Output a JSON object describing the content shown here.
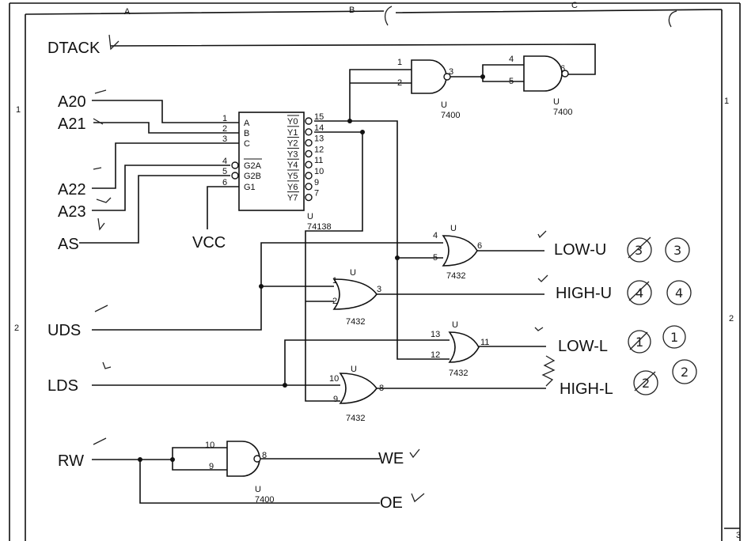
{
  "frame": {
    "cols": [
      "A",
      "B",
      "C"
    ],
    "rows": [
      "1",
      "2",
      "3"
    ]
  },
  "signals": {
    "dtack": "DTACK",
    "a20": "A20",
    "a21": "A21",
    "a22": "A22",
    "a23": "A23",
    "as": "AS",
    "vcc": "VCC",
    "uds": "UDS",
    "lds": "LDS",
    "rw": "RW",
    "low_u": "LOW-U",
    "high_u": "HIGH-U",
    "low_l": "LOW-L",
    "high_l": "HIGH-L",
    "we": "WE",
    "oe": "OE"
  },
  "decoder": {
    "ref": "U",
    "part": "74138",
    "inputs": [
      {
        "pin": "1",
        "name": "A"
      },
      {
        "pin": "2",
        "name": "B"
      },
      {
        "pin": "3",
        "name": "C"
      },
      {
        "pin": "4",
        "name": "G2A"
      },
      {
        "pin": "5",
        "name": "G2B"
      },
      {
        "pin": "6",
        "name": "G1"
      }
    ],
    "outputs": [
      {
        "pin": "15",
        "name": "Y0"
      },
      {
        "pin": "14",
        "name": "Y1"
      },
      {
        "pin": "13",
        "name": "Y2"
      },
      {
        "pin": "12",
        "name": "Y3"
      },
      {
        "pin": "11",
        "name": "Y4"
      },
      {
        "pin": "10",
        "name": "Y5"
      },
      {
        "pin": "9",
        "name": "Y6"
      },
      {
        "pin": "7",
        "name": "Y7"
      }
    ]
  },
  "gates": {
    "nand1": {
      "ref": "U",
      "part": "7400",
      "in1": "1",
      "in2": "2",
      "out": "3"
    },
    "nand2": {
      "ref": "U",
      "part": "7400",
      "in1": "4",
      "in2": "5",
      "out": "6"
    },
    "or_low_u": {
      "ref": "U",
      "part": "7432",
      "in1": "4",
      "in2": "5",
      "out": "6"
    },
    "or_high_u": {
      "ref": "U",
      "part": "7432",
      "in1": "1",
      "in2": "2",
      "out": "3"
    },
    "or_low_l": {
      "ref": "U",
      "part": "7432",
      "in1": "13",
      "in2": "12",
      "out": "11"
    },
    "or_high_l": {
      "ref": "U",
      "part": "7432",
      "in1": "10",
      "in2": "9",
      "out": "8"
    },
    "nand_rw": {
      "ref": "U",
      "part": "7400",
      "in1": "10",
      "in2": "9",
      "out": "8"
    }
  },
  "annotations": {
    "low_u": [
      "3",
      "3"
    ],
    "high_u": [
      "4",
      "4"
    ],
    "low_l": [
      "1",
      "1"
    ],
    "high_l": [
      "2",
      "2"
    ]
  }
}
